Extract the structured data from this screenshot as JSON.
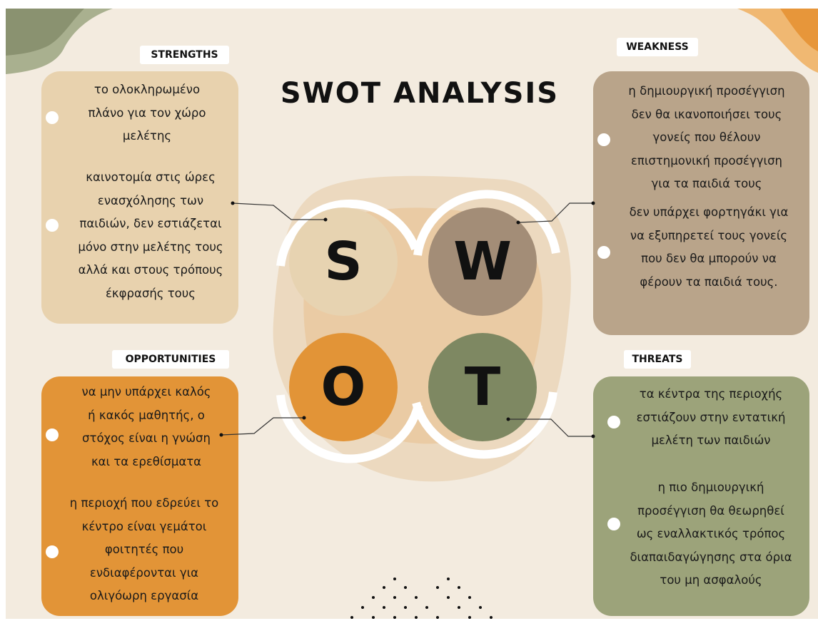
{
  "title": "SWOT ANALYSIS",
  "colors": {
    "background": "#f3ebdf",
    "strengths": "#e8d2ae",
    "weakness": "#b9a48a",
    "opportunities": "#e29437",
    "threats": "#9ca37a",
    "circle_s": "#e7d3b1",
    "circle_w": "#a38d77",
    "circle_o": "#e29437",
    "circle_t": "#7e8862"
  },
  "letters": {
    "s": "S",
    "w": "W",
    "o": "O",
    "t": "T"
  },
  "strengths": {
    "label": "STRENGTHS",
    "items": [
      [
        "το ολοκληρωμένο",
        "πλάνο για τον χώρο",
        "μελέτης"
      ],
      [
        "καινοτομία στις ώρες",
        "ενασχόλησης των",
        "παιδιών, δεν εστιάζεται",
        "μόνο στην μελέτης τους",
        "αλλά και στους τρόπους",
        "έκφρασής τους"
      ]
    ]
  },
  "weakness": {
    "label": "WEAKNESS",
    "items": [
      [
        "η δημιουργική προσέγγιση",
        "δεν θα ικανοποιήσει τους",
        "γονείς που θέλουν",
        "επιστημονική προσέγγιση",
        "για τα παιδιά τους"
      ],
      [
        "δεν υπάρχει φορτηγάκι για",
        "να εξυπηρετεί τους γονείς",
        "που δεν θα μπορούν να",
        "φέρουν τα παιδιά τους."
      ]
    ]
  },
  "opportunities": {
    "label": "OPPORTUNITIES",
    "items": [
      [
        "να μην υπάρχει καλός",
        "ή κακός μαθητής, ο",
        "στόχος είναι η γνώση",
        "και τα ερεθίσματα"
      ],
      [
        "η περιοχή που εδρεύει το",
        "κέντρο είναι γεμάτοι",
        "φοιτητές που",
        "ενδιαφέρονται για",
        "ολιγόωρη εργασία"
      ]
    ]
  },
  "threats": {
    "label": "THREATS",
    "items": [
      [
        "τα κέντρα της περιοχής",
        "εστιάζουν στην εντατική",
        "μελέτη των παιδιών"
      ],
      [
        "η πιο δημιουργική",
        "προσέγγιση θα θεωρηθεί",
        "ως εναλλακτικός τρόπος",
        "διαπαιδαγώγησης στα όρια",
        "του μη ασφαλούς"
      ]
    ]
  }
}
